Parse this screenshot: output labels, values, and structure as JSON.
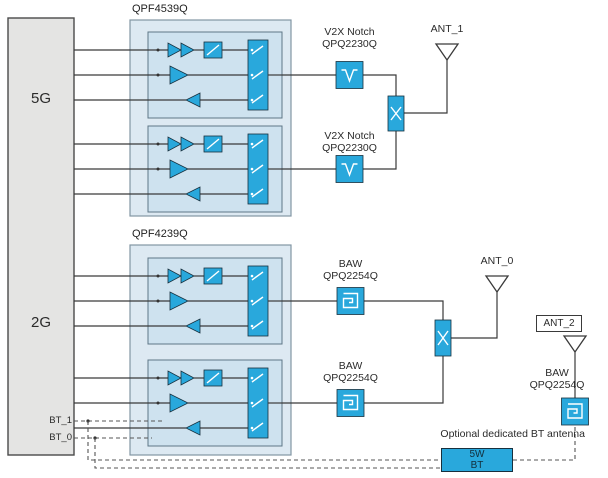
{
  "colors": {
    "accent_blue": "#29A8DC",
    "module_fill": "#DDE9F2",
    "cell_fill": "#CEE2EF",
    "source_fill": "#E4E4E3",
    "wire": "#3A3A3A"
  },
  "source": {
    "band_top": "5G",
    "band_bottom": "2G",
    "bt1": "BT_1",
    "bt0": "BT_0"
  },
  "modules": [
    {
      "label": "QPF4539Q"
    },
    {
      "label": "QPF4239Q"
    }
  ],
  "filters": [
    {
      "line1": "V2X Notch",
      "line2": "QPQ2230Q"
    },
    {
      "line1": "V2X Notch",
      "line2": "QPQ2230Q"
    },
    {
      "line1": "BAW",
      "line2": "QPQ2254Q"
    },
    {
      "line1": "BAW",
      "line2": "QPQ2254Q"
    },
    {
      "line1": "BAW",
      "line2": "QPQ2254Q"
    }
  ],
  "antennas": [
    {
      "label": "ANT_1"
    },
    {
      "label": "ANT_0"
    },
    {
      "label": "ANT_2"
    }
  ],
  "bt": {
    "note": "Optional dedicated BT antenna",
    "box_line1": "5W",
    "box_line2": "BT"
  }
}
